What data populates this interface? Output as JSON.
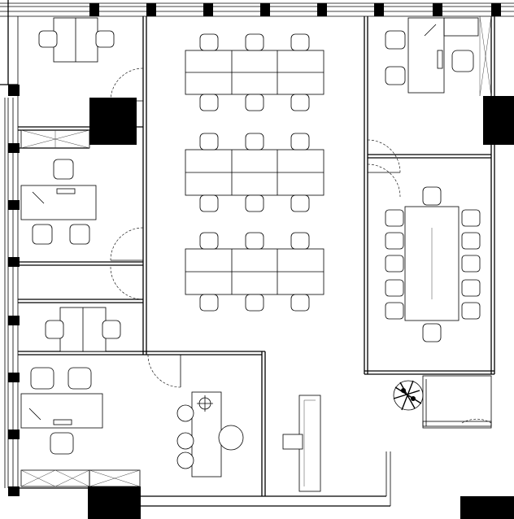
{
  "plan": {
    "rooms": [
      {
        "id": "office-top-left",
        "seats": 2
      },
      {
        "id": "open-office",
        "seats": 18
      },
      {
        "id": "office-top-right",
        "seats": 3
      },
      {
        "id": "office-left-2",
        "seats": 3
      },
      {
        "id": "conference-room",
        "seats": 12
      },
      {
        "id": "meeting-left",
        "seats": 2
      },
      {
        "id": "office-bottom-left",
        "seats": 3
      },
      {
        "id": "pantry",
        "seats": 3
      },
      {
        "id": "reception",
        "seats": 1
      }
    ],
    "colors": {
      "line": "#000000",
      "background": "#ffffff"
    }
  }
}
